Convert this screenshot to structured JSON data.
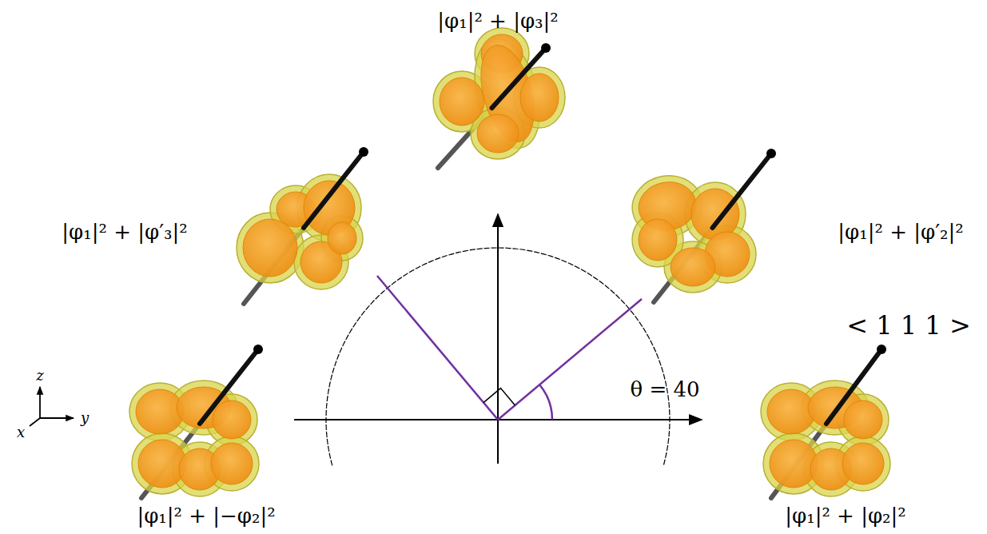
{
  "diagram": {
    "labels": [
      "|φ₁|² + |φ₃|²",
      "|φ₁|² + |φ′₃|²",
      "|φ₁|² + |φ′₂|²",
      "< 1 1 1 >",
      "θ = 40",
      "z",
      "x",
      "y",
      "|φ₁|² + |−φ₂|²",
      "|φ₁|² + |φ₂|²"
    ]
  }
}
